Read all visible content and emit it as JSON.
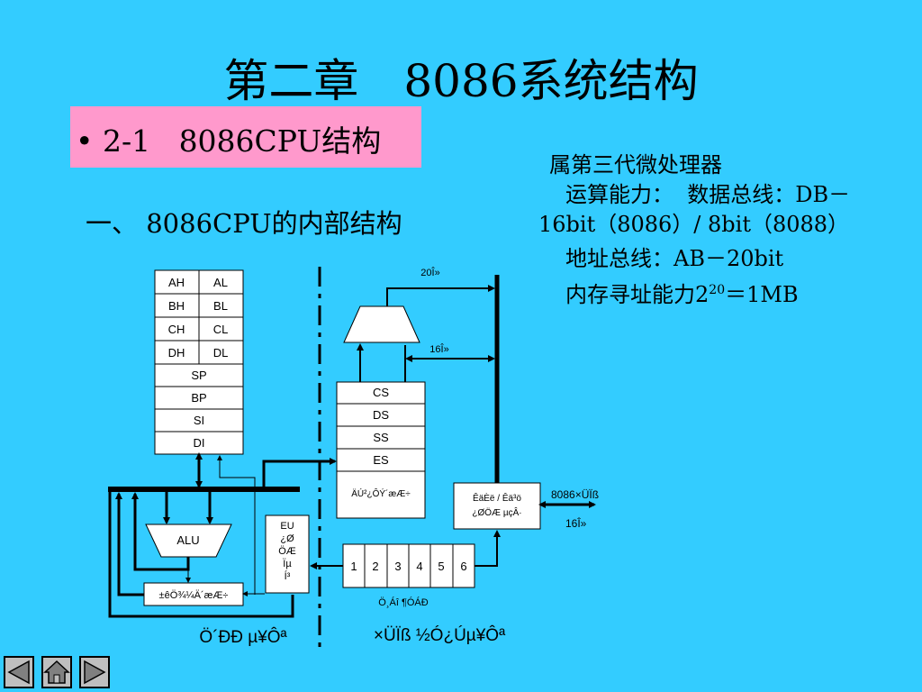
{
  "slide": {
    "title": "第二章　8086系统结构",
    "section": "• 2-1   8086CPU结构",
    "subtitle": "一、 8086CPU的内部结构"
  },
  "info": {
    "line1": "属第三代微处理器",
    "line2": "运算能力：  数据总线：DB－",
    "line3": "16bit（8086）/ 8bit（8088）",
    "line4": "地址总线：AB－20bit",
    "line5_prefix": "内存寻址能力2",
    "line5_sup": "20",
    "line5_suffix": "＝1MB"
  },
  "diagram": {
    "registers_paired": [
      [
        "AH",
        "AL"
      ],
      [
        "BH",
        "BL"
      ],
      [
        "CH",
        "CL"
      ],
      [
        "DH",
        "DL"
      ]
    ],
    "registers_single": [
      "SP",
      "BP",
      "SI",
      "DI"
    ],
    "segment_registers": [
      "CS",
      "DS",
      "SS",
      "ES"
    ],
    "internal_comm_label": "ÄÚ²¿ÔÝ´æÆ÷",
    "alu_label": "ALU",
    "flags_label": "±êÖ¾¼Ä´æÆ÷",
    "eu_control_lines": [
      "EU",
      "¿Ø",
      "ÖÆ",
      "Ïµ",
      "Í³"
    ],
    "queue_cells": [
      "1",
      "2",
      "3",
      "4",
      "5",
      "6"
    ],
    "queue_label": "Ö¸Áî ¶ÓÁÐ",
    "bus_control_lines": [
      "ÊäÈë / Êä³ö",
      "¿ØÖÆ  µçÂ·"
    ],
    "bus_20_label": "20Î»",
    "bus_16_label": "16Î»",
    "ext_bus_label": "8086×ÜÏß",
    "ext_bus_width": "16Î»",
    "eu_caption": "Ö´ÐÐ  µ¥Ôª",
    "biu_caption": "×ÜÏß ½Ó¿Úµ¥Ôª"
  },
  "nav": {
    "prev_icon": "triangle-left-icon",
    "home_icon": "home-icon",
    "next_icon": "triangle-right-icon"
  }
}
